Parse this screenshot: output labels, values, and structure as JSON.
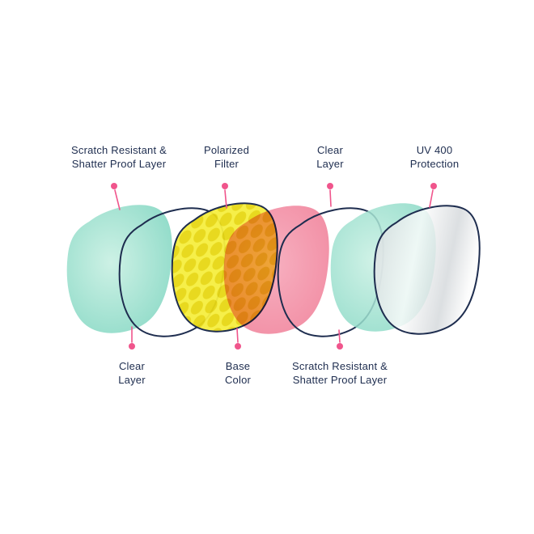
{
  "colors": {
    "background": "#FFFFFF",
    "navy": "#1E2D4F",
    "accent": "#F0558C",
    "teal": "#7ED5C0",
    "tealLight": "#C9F0E3",
    "yellow": "#F6EE3F",
    "yellowDot": "#E7D713",
    "pink": "#F189A0",
    "pinkLight": "#F7B0C0",
    "grayA": "#D4D8DB",
    "grayB": "#FCFCFC"
  },
  "callouts": {
    "top": [
      {
        "line1": "Scratch Resistant &",
        "line2": "Shatter Proof Layer"
      },
      {
        "line1": "Polarized",
        "line2": "Filter"
      },
      {
        "line1": "Clear",
        "line2": "Layer"
      },
      {
        "line1": "UV 400",
        "line2": "Protection"
      }
    ],
    "bottom": [
      {
        "line1": "Clear",
        "line2": "Layer"
      },
      {
        "line1": "Base",
        "line2": "Color"
      },
      {
        "line1": "Scratch Resistant &",
        "line2": "Shatter Proof Layer"
      }
    ]
  },
  "layers": [
    {
      "id": "scratch-resistant-left",
      "fill": "teal"
    },
    {
      "id": "clear-left",
      "fill": "clear-outline"
    },
    {
      "id": "polarized-filter",
      "fill": "yellow-dots"
    },
    {
      "id": "base-color",
      "fill": "pink"
    },
    {
      "id": "clear-right",
      "fill": "clear-outline"
    },
    {
      "id": "scratch-resistant-right",
      "fill": "teal"
    },
    {
      "id": "uv-400-protection",
      "fill": "gray-gradient"
    }
  ]
}
